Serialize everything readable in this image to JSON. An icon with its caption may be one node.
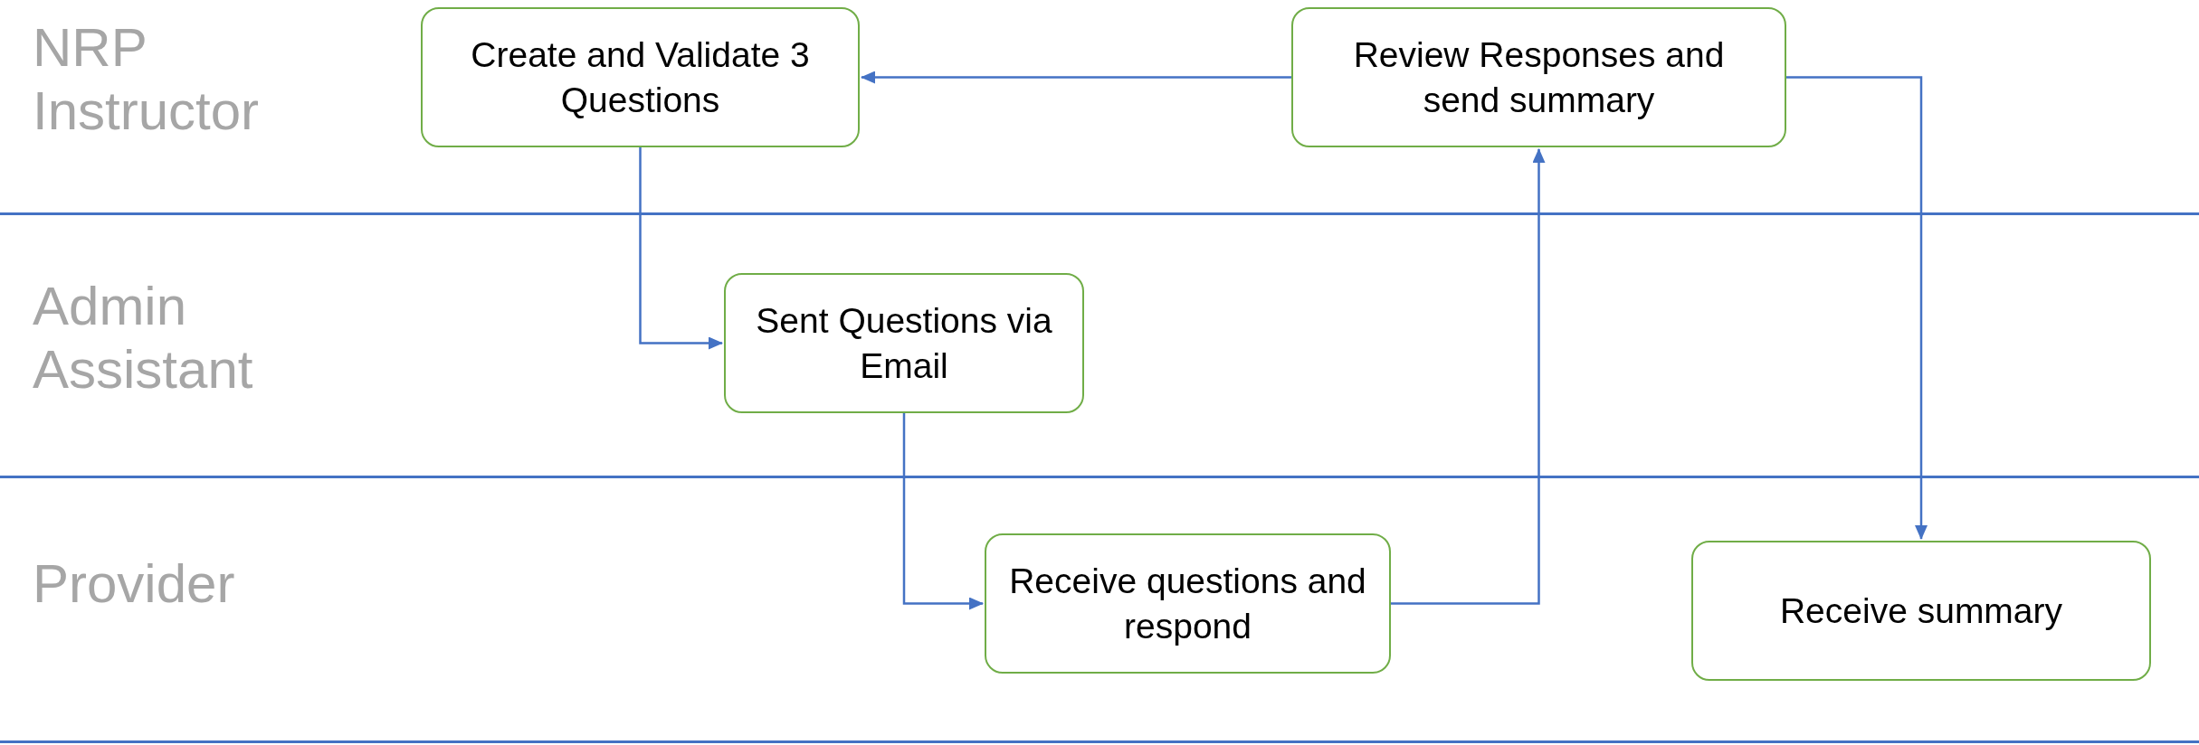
{
  "diagram": {
    "nodes": [
      {
        "text": [
          "NRP Instructor"
        ]
      },
      {
        "text": [
          "Create and Validate 3 Questions"
        ],
        "in": 0
      },
      {
        "text": [
          "Review Responses and send summary"
        ],
        "in": 0
      },
      {
        "text": [
          "Admin Assistant"
        ]
      },
      {
        "text": [
          "Sent Questions via Email"
        ],
        "in": 3
      },
      {
        "text": [
          "Provider"
        ]
      },
      {
        "text": [
          "Receive questions and respond"
        ],
        "in": 5
      },
      {
        "text": [
          "Receive summary"
        ],
        "in": 5
      }
    ],
    "edges": [
      {
        "from": 1,
        "to": 4,
        "arrow": "to"
      },
      {
        "from": 4,
        "to": 6,
        "arrow": "to"
      },
      {
        "from": 6,
        "to": 2,
        "arrow": "to"
      },
      {
        "from": 2,
        "to": 1,
        "arrow": "to"
      },
      {
        "from": 2,
        "to": 7,
        "arrow": "to"
      }
    ]
  }
}
